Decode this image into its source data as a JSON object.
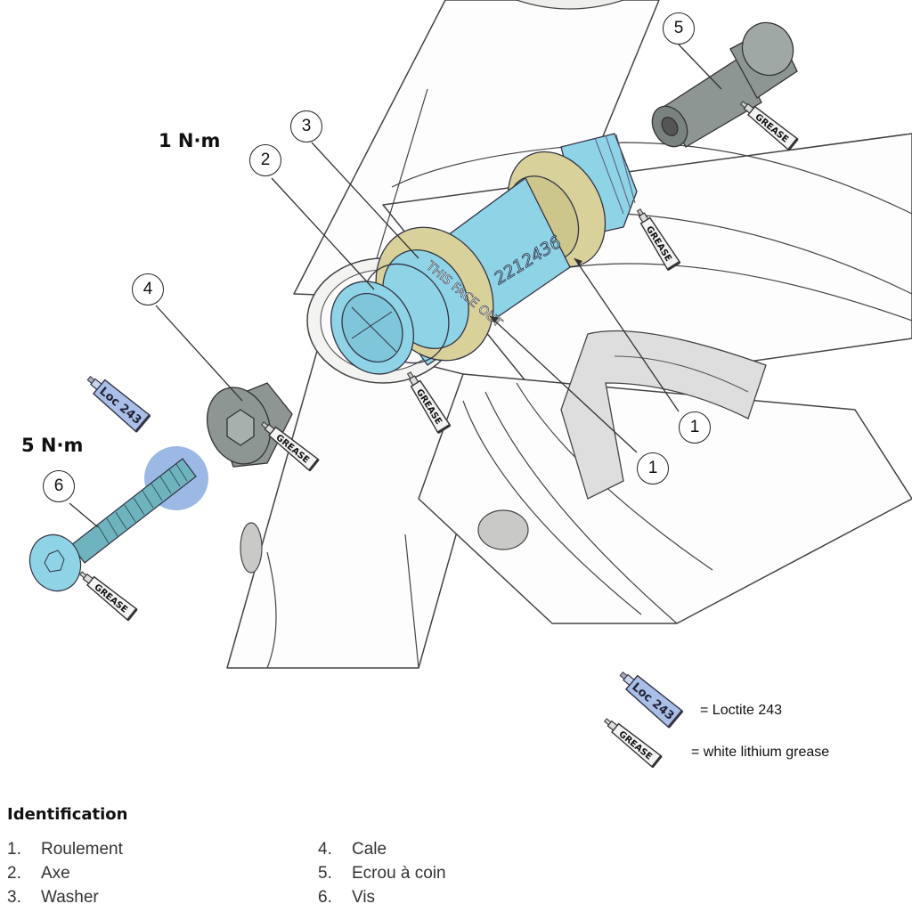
{
  "torque": {
    "top": "1 N·m",
    "left": "5 N·m"
  },
  "callouts": [
    "1",
    "1",
    "2",
    "3",
    "4",
    "5",
    "6"
  ],
  "tubes": {
    "grease_label": "GREASE",
    "loctite_label": "Loc 243"
  },
  "engraving": {
    "face_text": "THIS FACE OUT",
    "part_number": "2212436"
  },
  "legend": {
    "loctite": "=  Loctite 243",
    "grease": "=  white lithium grease"
  },
  "identification": {
    "title": "Identification",
    "items": [
      {
        "num": "1.",
        "label": "Roulement"
      },
      {
        "num": "2.",
        "label": "Axe"
      },
      {
        "num": "3.",
        "label": "Washer"
      },
      {
        "num": "4.",
        "label": "Cale"
      },
      {
        "num": "5.",
        "label": "Ecrou à coin"
      },
      {
        "num": "6.",
        "label": "Vis"
      }
    ]
  },
  "colors": {
    "axle": "#8fd3e6",
    "bearing": "#d8d29a",
    "spacer_nut": "#8e9693",
    "bolt": "#6fb3be",
    "loctite_tube": "#a9bfe8",
    "loctite_dot": "#9cb9e6",
    "frame_fill": "#fdfdfd",
    "frame_shade": "#e8e8e6"
  }
}
